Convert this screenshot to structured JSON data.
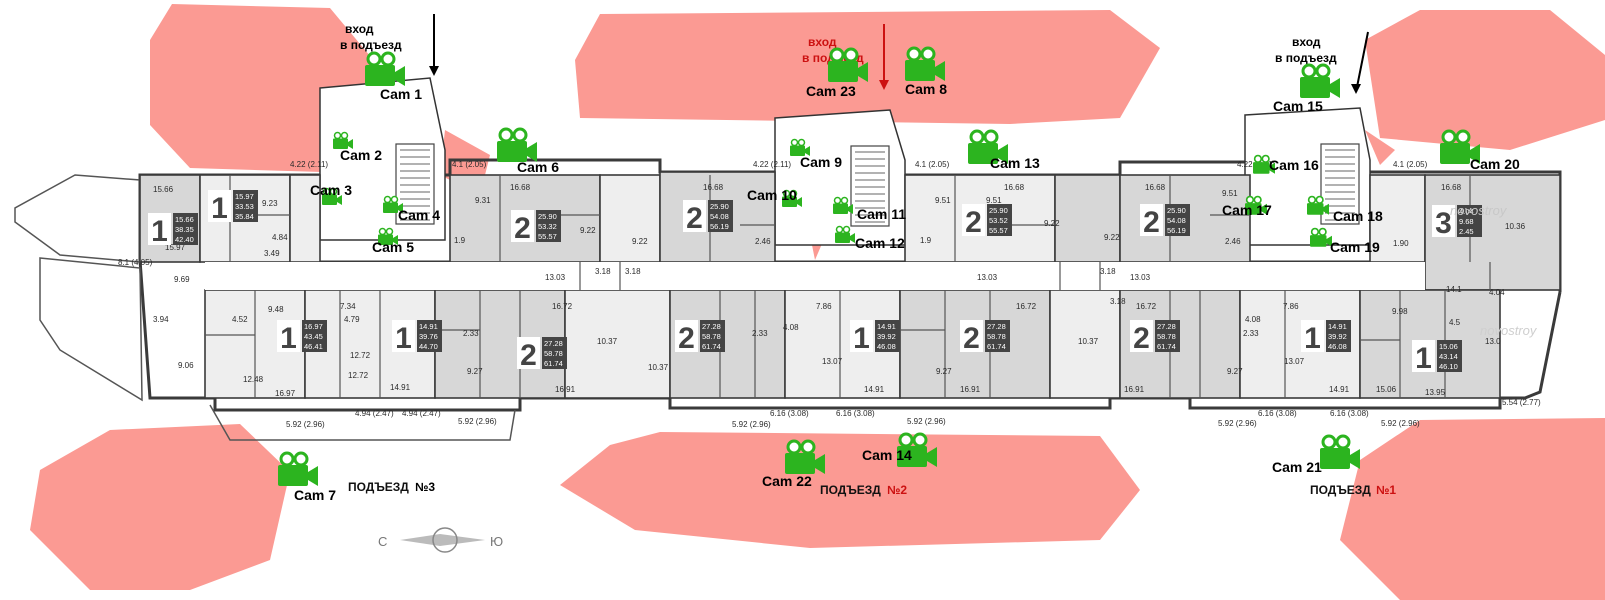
{
  "plan": {
    "entrances": [
      {
        "label": "ПОДЪЕЗД",
        "num": "№3",
        "color": "#000000"
      },
      {
        "label": "ПОДЪЕЗД",
        "num": "№2",
        "color": "#cc1111"
      },
      {
        "label": "ПОДЪЕЗД",
        "num": "№1",
        "color": "#cc1111"
      }
    ],
    "entry_notes": [
      {
        "line1": "вход",
        "line2": "в подъезд",
        "color": "#000000"
      },
      {
        "line1": "вход",
        "line2": "в подъезд",
        "color": "#cc1111"
      },
      {
        "line1": "вход",
        "line2": "в подъезд",
        "color": "#000000"
      }
    ],
    "cameras": [
      "Cam 1",
      "Cam 2",
      "Cam 3",
      "Cam 4",
      "Cam 5",
      "Cam 6",
      "Cam 7",
      "Cam 8",
      "Cam 9",
      "Cam 10",
      "Cam 11",
      "Cam 12",
      "Cam 13",
      "Cam 14",
      "Cam 15",
      "Cam 16",
      "Cam 17",
      "Cam 18",
      "Cam 19",
      "Cam 20",
      "Cam 21",
      "Cam 22",
      "Cam 23"
    ],
    "apartments": [
      {
        "rooms": "1",
        "a": "15.66",
        "b": "38.35",
        "c": "42.40"
      },
      {
        "rooms": "1",
        "a": "15.97",
        "b": "33.53",
        "c": "35.84"
      },
      {
        "rooms": "2",
        "a": "25.90",
        "b": "53.32",
        "c": "55.57"
      },
      {
        "rooms": "2",
        "a": "25.90",
        "b": "54.08",
        "c": "56.19"
      },
      {
        "rooms": "2",
        "a": "25.90",
        "b": "53.52",
        "c": "55.57"
      },
      {
        "rooms": "2",
        "a": "25.90",
        "b": "54.08",
        "c": "56.19"
      },
      {
        "rooms": "3",
        "a": "4.04",
        "b": "9.68",
        "c": "2.45"
      },
      {
        "rooms": "1",
        "a": "16.97",
        "b": "43.45",
        "c": "46.41"
      },
      {
        "rooms": "1",
        "a": "14.91",
        "b": "39.76",
        "c": "44.70"
      },
      {
        "rooms": "2",
        "a": "27.28",
        "b": "58.78",
        "c": "61.74"
      },
      {
        "rooms": "2",
        "a": "27.28",
        "b": "58.78",
        "c": "61.74"
      },
      {
        "rooms": "1",
        "a": "14.91",
        "b": "39.92",
        "c": "46.08"
      },
      {
        "rooms": "2",
        "a": "27.28",
        "b": "58.78",
        "c": "61.74"
      },
      {
        "rooms": "2",
        "a": "27.28",
        "b": "58.78",
        "c": "61.74"
      },
      {
        "rooms": "1",
        "a": "14.91",
        "b": "39.92",
        "c": "46.08"
      },
      {
        "rooms": "1",
        "a": "15.06",
        "b": "43.14",
        "c": "46.10"
      }
    ],
    "room_areas": [
      "15.66",
      "9.23",
      "4.84",
      "3.49",
      "15.97",
      "8.1 (4.05)",
      "9.69",
      "3.94",
      "9.06",
      "4.52",
      "9.48",
      "12.48",
      "16.97",
      "7.34",
      "4.79",
      "12.72",
      "14.91",
      "4.22 (2.11)",
      "9.31",
      "1.9",
      "16.68",
      "9.22",
      "9.22",
      "13.03",
      "3.18",
      "3.18",
      "16.72",
      "2.33",
      "9.27",
      "16.91",
      "10.37",
      "10.37",
      "4.22 (2.11)",
      "4.1 (2.05)",
      "16.68",
      "2.46",
      "9.51",
      "1.9",
      "16.68",
      "9.22",
      "13.03",
      "7.86",
      "4.08",
      "2.33",
      "13.07",
      "14.91",
      "9.27",
      "16.91",
      "10.37",
      "9.22",
      "16.68",
      "9.51",
      "2.46",
      "13.03",
      "16.72",
      "2.33",
      "9.27",
      "16.91",
      "4.22 (2.11)",
      "4.1 (2.05)",
      "1.90",
      "16.68",
      "10.36",
      "14.1",
      "7.86",
      "4.08",
      "13.07",
      "14.91",
      "9.98",
      "4.5",
      "15.06",
      "13.95",
      "4.04",
      "13.0",
      "5.92 (2.96)",
      "4.94 (2.47)",
      "4.94 (2.47)",
      "5.92 (2.96)",
      "5.92 (2.96)",
      "6.16 (3.08)",
      "6.16 (3.08)",
      "5.92 (2.96)",
      "5.92 (2.96)",
      "6.16 (3.08)",
      "6.16 (3.08)",
      "5.92 (2.96)",
      "5.54 (2.77)",
      "4.1 (2.05)",
      "9.51",
      "16.72",
      "3.18",
      "3.18",
      "12.72"
    ],
    "compass": {
      "left": "С",
      "right": "Ю"
    },
    "watermark": "novostroy",
    "colors": {
      "zone": "#fb9a93",
      "camera": "#2cb41f",
      "wall": "#3a3a3a",
      "unit_dark": "#d7d7d7",
      "unit_light": "#eeeeee",
      "badge": "#444444"
    }
  }
}
